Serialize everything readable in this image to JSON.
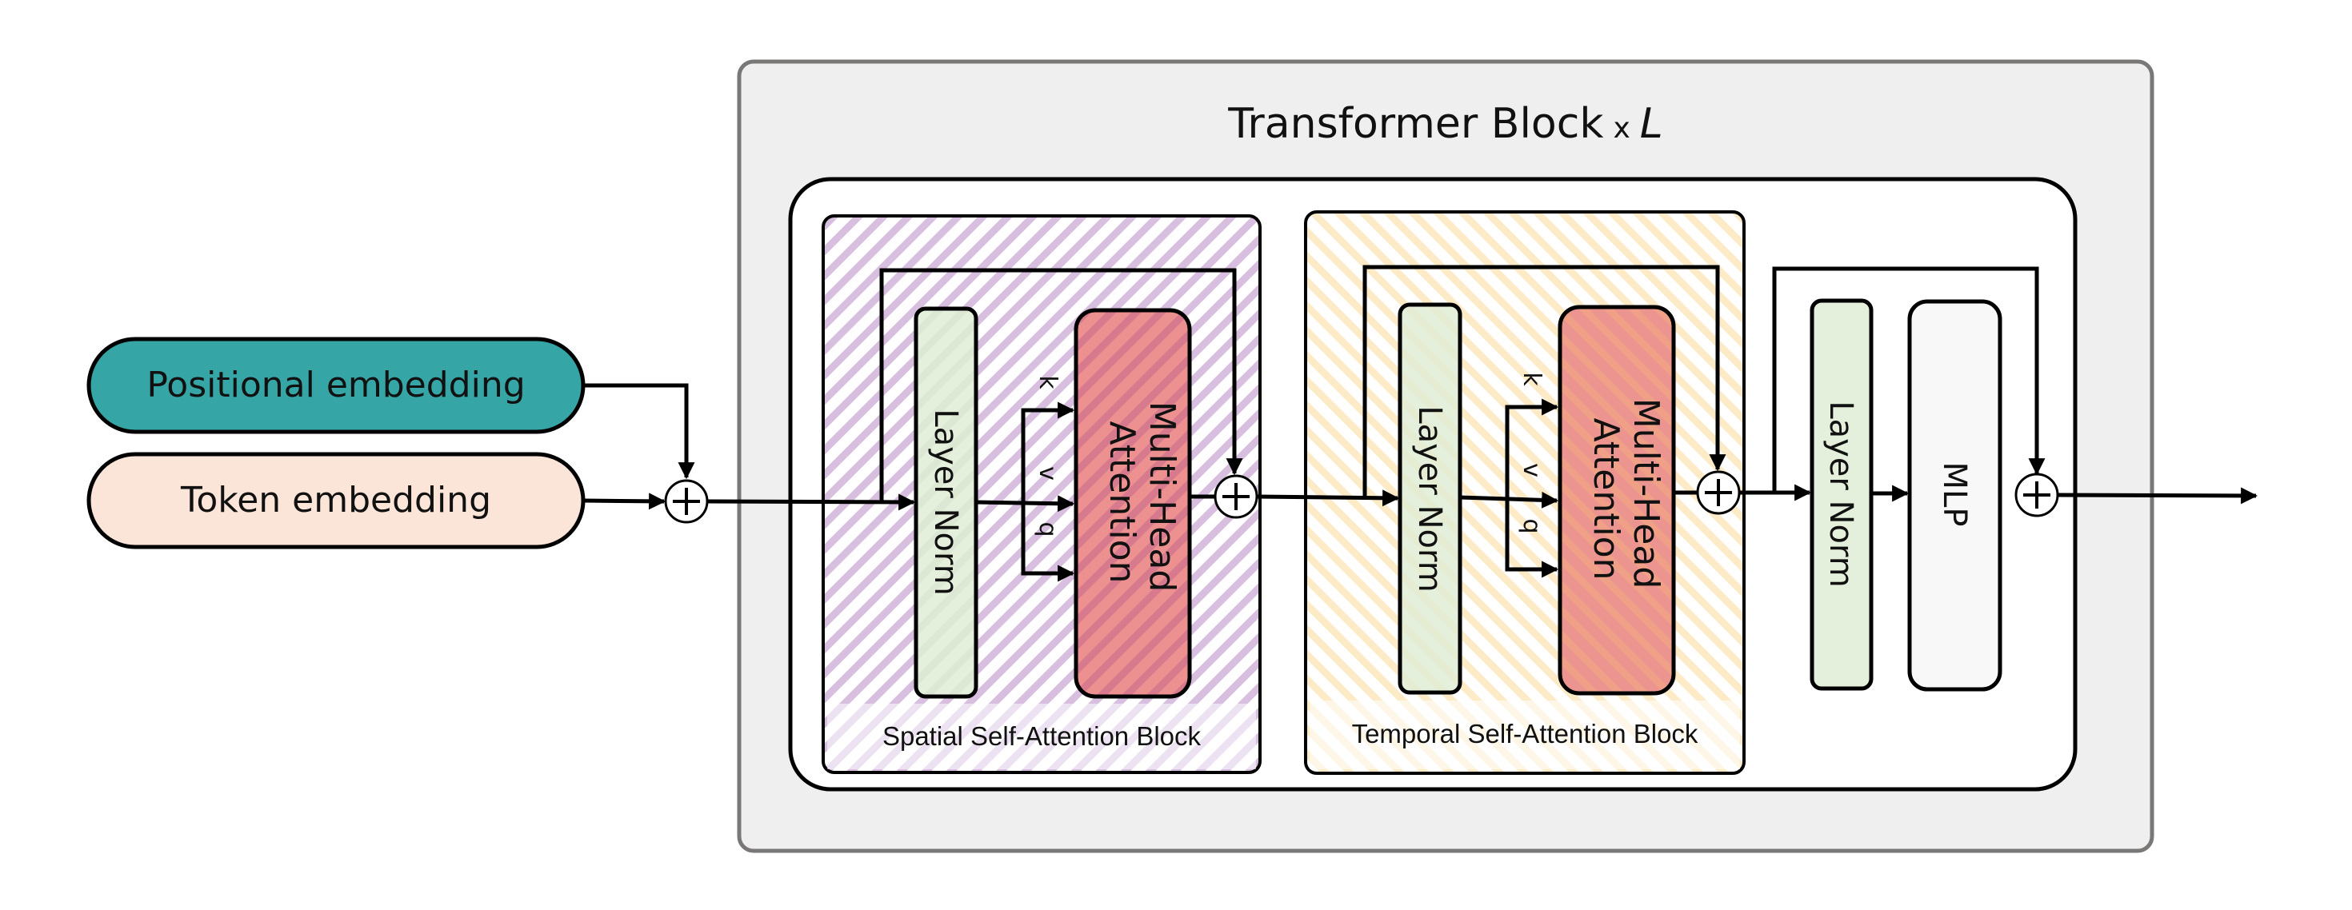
{
  "title": {
    "text": "Transformer Block",
    "times": "x",
    "repeat_symbol": "L"
  },
  "inputs": {
    "positional": {
      "label": "Positional embedding",
      "color": "#35a5a5"
    },
    "token": {
      "label": "Token embedding",
      "color": "#fbe4d8"
    }
  },
  "spatial_block": {
    "caption": "Spatial Self-Attention Block",
    "stripe_color": "#d8bfe0",
    "layer_norm": "Layer Norm",
    "attention": [
      "Multi-Head",
      "Attention"
    ],
    "qkv": [
      "k",
      "v",
      "q"
    ]
  },
  "temporal_block": {
    "caption": "Temporal Self-Attention Block",
    "stripe_color": "#fdebc8",
    "layer_norm": "Layer Norm",
    "attention": [
      "Multi-Head",
      "Attention"
    ],
    "qkv": [
      "k",
      "v",
      "q"
    ]
  },
  "mlp_block": {
    "layer_norm": "Layer Norm",
    "mlp": "MLP"
  },
  "colors": {
    "layer_norm": "#e4efdc",
    "attention": "#ec9090",
    "mlp": "#f8f8f8",
    "outer_frame_fill": "#efefef",
    "outer_frame_border": "#7a7777"
  },
  "operators": {
    "add_symbol": "+"
  }
}
